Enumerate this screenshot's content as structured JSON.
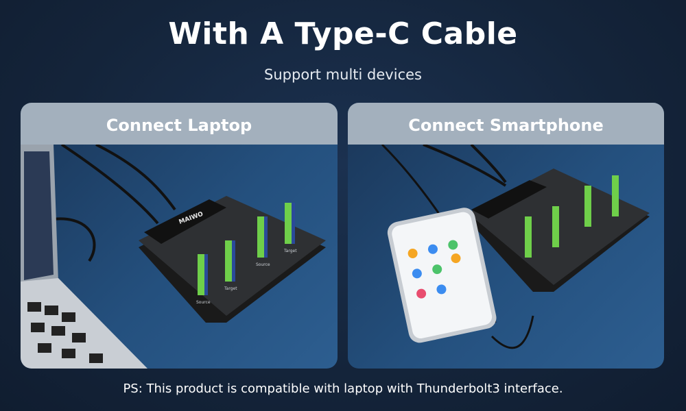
{
  "header": {
    "title": "With A Type-C Cable",
    "subtitle": "Support multi devices"
  },
  "panels": [
    {
      "label": "Connect Laptop",
      "image": "laptop-connected-to-nvme-duplicator-dock"
    },
    {
      "label": "Connect Smartphone",
      "image": "smartphone-connected-to-nvme-duplicator-dock"
    }
  ],
  "device": {
    "brand": "MAIWO",
    "slot_labels": [
      "Source",
      "Target",
      "Source",
      "Target"
    ]
  },
  "footer": {
    "note": "PS: This product is compatible with laptop with Thunderbolt3 interface."
  },
  "colors": {
    "background": "#14243a",
    "panel_header": "#a3b0bd",
    "panel_photo": "#24507e",
    "ssd_green": "#6fcf4a"
  }
}
